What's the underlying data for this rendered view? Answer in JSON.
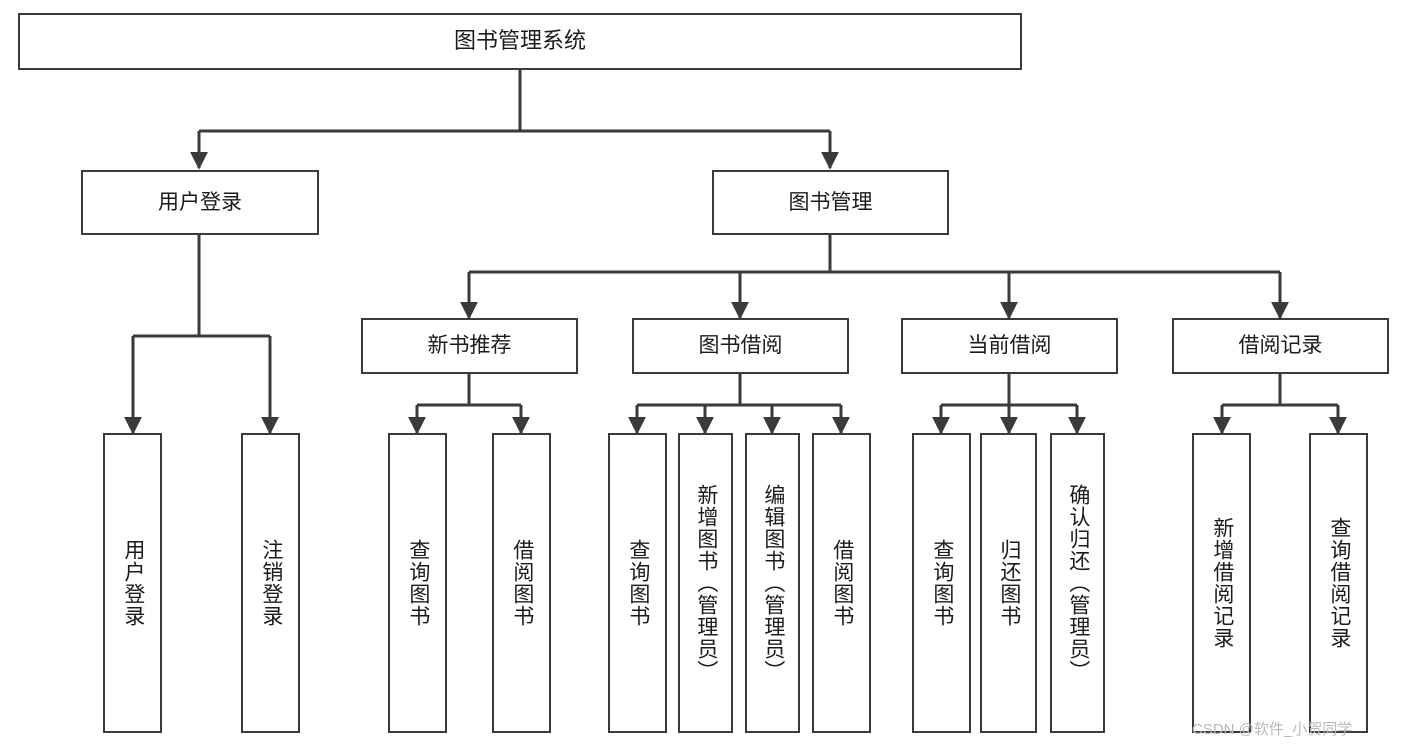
{
  "diagram": {
    "title": "图书管理系统",
    "type": "tree-hierarchy-chart",
    "background": "#ffffff",
    "line_color": "#3a3a3a",
    "text_color": "#1b1b1b"
  },
  "nodes": {
    "root": {
      "label": "图书管理系统"
    },
    "level1": [
      {
        "id": "user-login",
        "label": "用户登录"
      },
      {
        "id": "book-management",
        "label": "图书管理"
      }
    ],
    "level2": [
      {
        "id": "new-book-recommend",
        "label": "新书推荐"
      },
      {
        "id": "book-borrow",
        "label": "图书借阅"
      },
      {
        "id": "current-borrow",
        "label": "当前借阅"
      },
      {
        "id": "borrow-record",
        "label": "借阅记录"
      }
    ],
    "leaves": {
      "user-login": [
        {
          "id": "leaf-user-login",
          "label": "用户登录"
        },
        {
          "id": "leaf-user-logout",
          "label": "注销登录"
        }
      ],
      "new-book-recommend": [
        {
          "id": "leaf-query-book-1",
          "label": "查询图书"
        },
        {
          "id": "leaf-borrow-book-1",
          "label": "借阅图书"
        }
      ],
      "book-borrow": [
        {
          "id": "leaf-query-book-2",
          "label": "查询图书"
        },
        {
          "id": "leaf-add-book",
          "label": "新增图书（管理员）"
        },
        {
          "id": "leaf-edit-book",
          "label": "编辑图书（管理员）"
        },
        {
          "id": "leaf-borrow-book-2",
          "label": "借阅图书"
        }
      ],
      "current-borrow": [
        {
          "id": "leaf-query-book-3",
          "label": "查询图书"
        },
        {
          "id": "leaf-return-book",
          "label": "归还图书"
        },
        {
          "id": "leaf-confirm-return",
          "label": "确认归还（管理员）"
        }
      ],
      "borrow-record": [
        {
          "id": "leaf-add-record",
          "label": "新增借阅记录"
        },
        {
          "id": "leaf-query-record",
          "label": "查询借阅记录"
        }
      ]
    }
  },
  "watermark": {
    "text": "CSDN @软件_小贺同学"
  }
}
